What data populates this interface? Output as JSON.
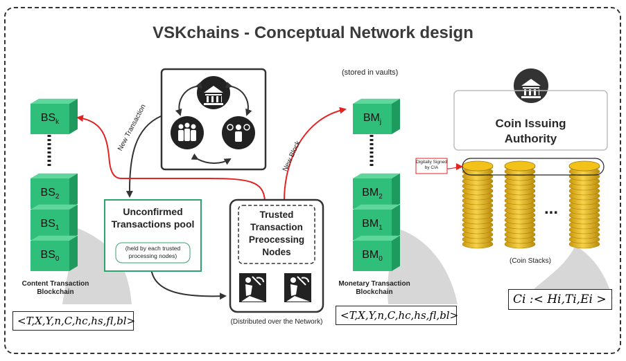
{
  "title": "VSKchains - Conceptual Network design",
  "content_chain": {
    "top_block": "BS",
    "top_block_sub": "k",
    "blocks": [
      {
        "base": "BS",
        "sub": "2"
      },
      {
        "base": "BS",
        "sub": "1"
      },
      {
        "base": "BS",
        "sub": "0"
      }
    ],
    "label_line1": "Content Transaction",
    "label_line2": "Blockchain",
    "formula": "<T,X,Y,n,C,hc,hs,fl,bl>"
  },
  "monetary_chain": {
    "note": "(stored  in vaults)",
    "top_block": "BM",
    "top_block_sub": "j",
    "blocks": [
      {
        "base": "BM",
        "sub": "2"
      },
      {
        "base": "BM",
        "sub": "1"
      },
      {
        "base": "BM",
        "sub": "0"
      }
    ],
    "label_line1": "Monetary Transaction",
    "label_line2": "Blockchain",
    "formula": "<T,X,Y,n,C,hc,hs,fl,bl>"
  },
  "pool": {
    "title_line1": "Unconfirmed",
    "title_line2": "Transactions pool",
    "note_line1": "(held by each trusted",
    "note_line2": "processing nodes)"
  },
  "nodes": {
    "title_line1": "Trusted",
    "title_line2": "Transaction",
    "title_line3": "Preocessing",
    "title_line4": "Nodes",
    "note": "(Distributed over the Network)"
  },
  "arrows": {
    "new_transaction": "New Transaction",
    "new_block": "New Block"
  },
  "authority": {
    "title_line1": "Coin Issuing",
    "title_line2": "Authority",
    "signed_line1": "Digitally Signed",
    "signed_line2": "by CIA",
    "stacks_label": "(Coin Stacks)",
    "ellipsis": "...",
    "formula": "Ci :< Hi,Ti,Ei >"
  },
  "colors": {
    "block_green": "#2fbf7a",
    "pool_border": "#2fa36e",
    "arrow_red": "#e32222",
    "coin_gold": "#f2c21a"
  }
}
